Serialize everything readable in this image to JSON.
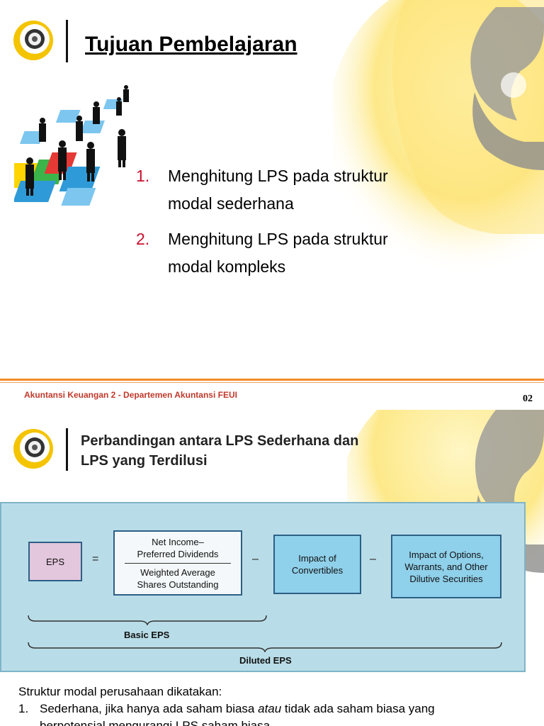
{
  "slide1": {
    "title": "Tujuan Pembelajaran",
    "objectives": [
      {
        "num": "1.",
        "line1": "Menghitung LPS pada struktur",
        "line2": "modal sederhana"
      },
      {
        "num": "2.",
        "line1": "Menghitung LPS pada struktur",
        "line2": "modal kompleks"
      }
    ]
  },
  "footer": {
    "text": "Akuntansi Keuangan 2 - Departemen Akuntansi FEUI",
    "page": "02"
  },
  "slide2": {
    "title_line1": "Perbandingan antara LPS Sederhana dan",
    "title_line2": "LPS yang Terdilusi",
    "diagram": {
      "eps": "EPS",
      "equals": "=",
      "numerator_line1": "Net Income–",
      "numerator_line2": "Preferred Dividends",
      "denominator_line1": "Weighted Average",
      "denominator_line2": "Shares Outstanding",
      "minus": "–",
      "convertibles_line1": "Impact of",
      "convertibles_line2": "Convertibles",
      "options_line1": "Impact of Options,",
      "options_line2": "Warrants, and Other",
      "options_line3": "Dilutive Securities",
      "basic_eps": "Basic EPS",
      "diluted_eps": "Diluted EPS"
    },
    "body_intro": "Struktur modal perusahaan dikatakan:",
    "body_item1_num": "1.",
    "body_item1_a": "Sederhana, jika hanya ada saham biasa ",
    "body_item1_em": "atau",
    "body_item1_b": " tidak ada saham biasa yang",
    "body_item1_line2": "berpotensial mengurangi LPS saham biasa"
  },
  "colors": {
    "accent_red": "#c8102e",
    "footer_orange": "#f28c28",
    "diagram_bg": "#b9dde8",
    "eps_box": "#e3c7dc",
    "impact_box": "#8fd0ea"
  }
}
